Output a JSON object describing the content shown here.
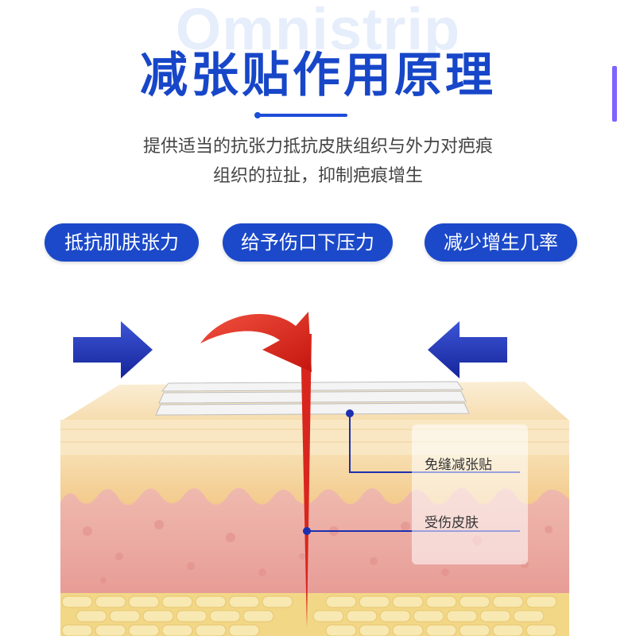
{
  "header": {
    "watermark": "Omnistrip",
    "title": "减张贴作用原理"
  },
  "subtitle": {
    "line1": "提供适当的抗张力抵抗皮肤组织与外力对疤痕",
    "line2": "组织的拉扯，抑制疤痕增生"
  },
  "features": [
    {
      "label": "抵抗肌肤张力"
    },
    {
      "label": "给予伤口下压力"
    },
    {
      "label": "减少增生几率"
    }
  ],
  "diagram": {
    "labels": {
      "strip": "免缝减张贴",
      "skin": "受伤皮肤"
    },
    "colors": {
      "arrow_blue": "#1c2fb0",
      "red_arrow": "#e3241c",
      "fat_layer": "#f5e2a0",
      "dermis": "#e7a7a1",
      "epidermis": "#f7dfb2"
    }
  }
}
